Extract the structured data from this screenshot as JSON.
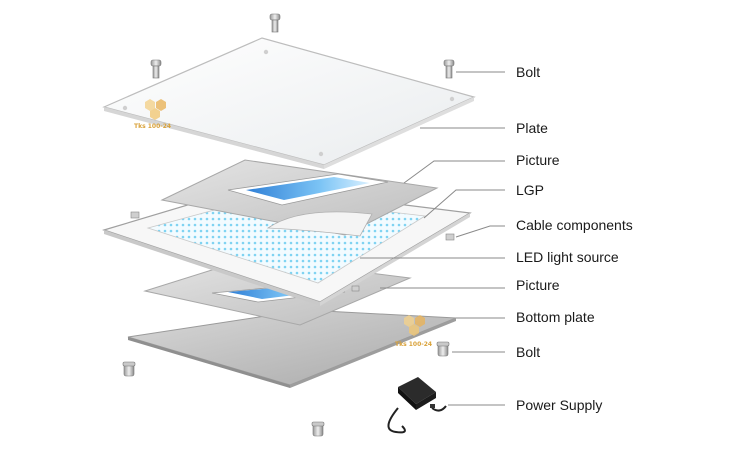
{
  "diagram": {
    "labels": [
      {
        "id": "bolt-top",
        "text": "Bolt"
      },
      {
        "id": "plate",
        "text": "Plate"
      },
      {
        "id": "picture-top",
        "text": "Picture"
      },
      {
        "id": "lgp",
        "text": "LGP"
      },
      {
        "id": "cable-components",
        "text": "Cable components"
      },
      {
        "id": "led-light-source",
        "text": "LED light source"
      },
      {
        "id": "picture-bottom",
        "text": "Picture"
      },
      {
        "id": "bottom-plate",
        "text": "Bottom plate"
      },
      {
        "id": "bolt-bottom",
        "text": "Bolt"
      },
      {
        "id": "power-supply",
        "text": "Power Supply"
      }
    ],
    "watermark": "Tks 100-24",
    "colors": {
      "leader": "#8a8a8a",
      "plate_edge": "#bdbdbd",
      "led_dot": "#7fd3f2",
      "picture_panel": "#cfcfcf",
      "bottom_panel": "#b8b8b8",
      "phone_screen": "#3f8fe0"
    }
  }
}
